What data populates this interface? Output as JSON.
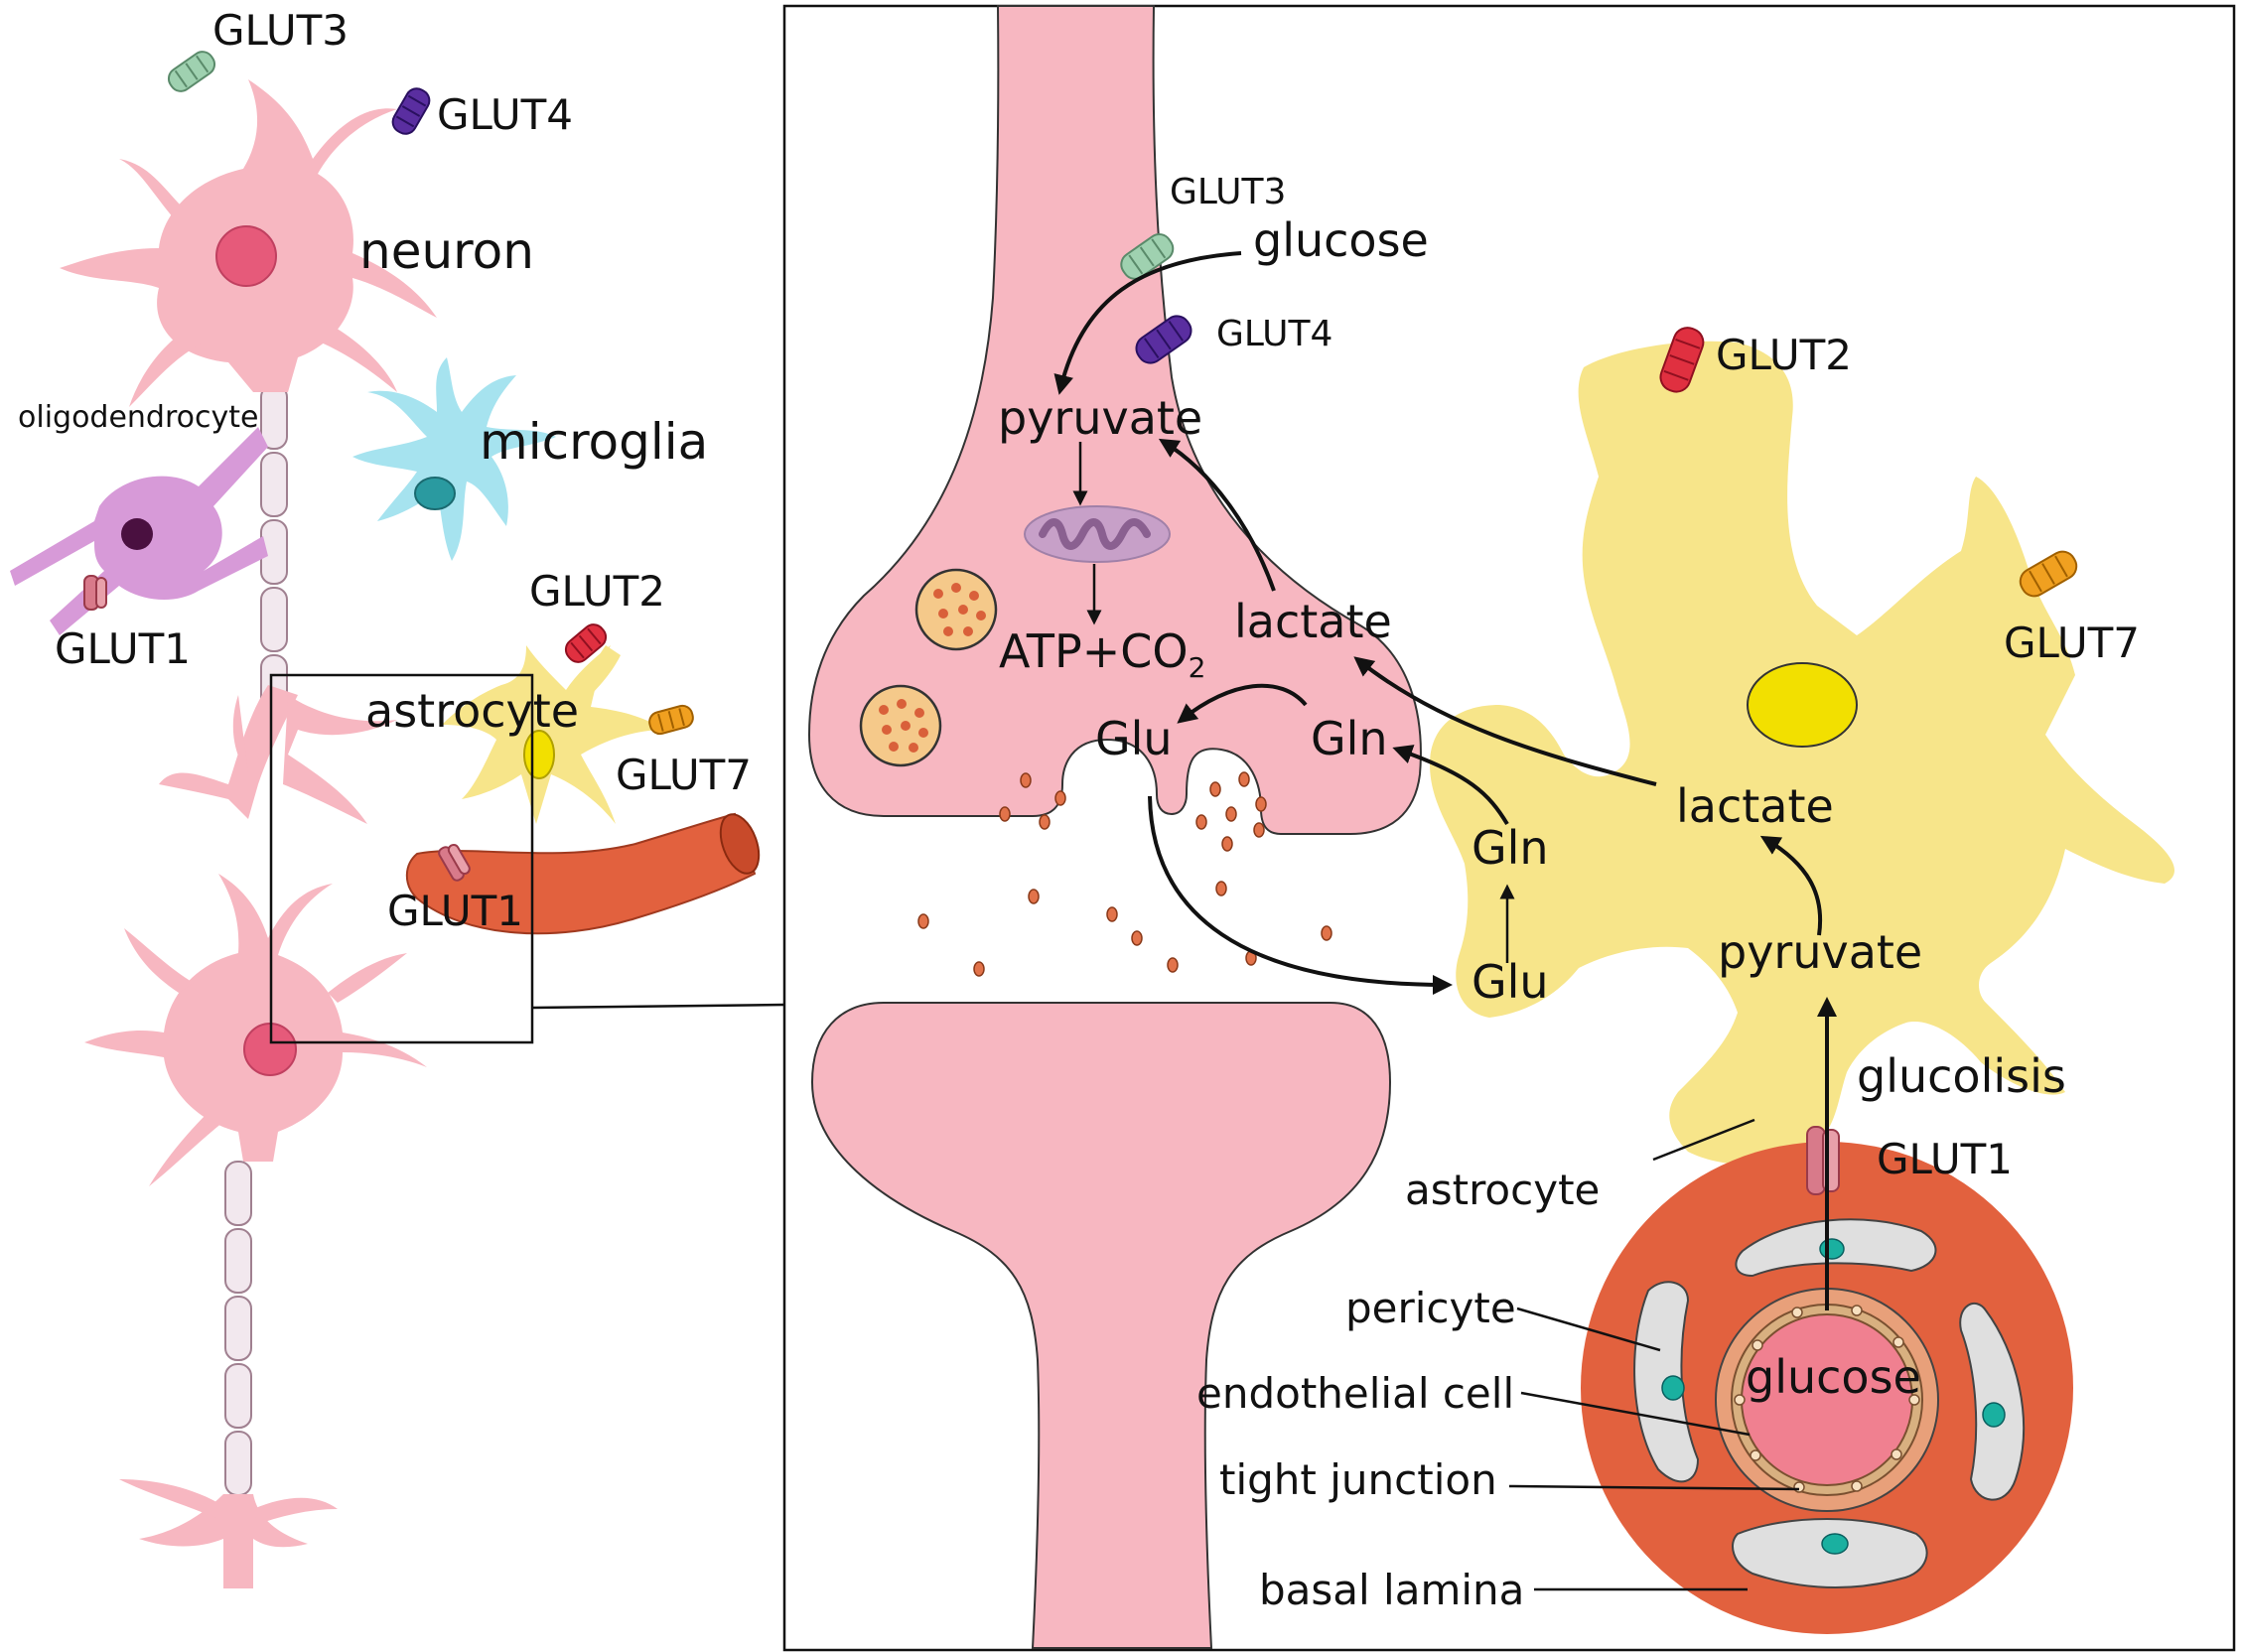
{
  "overview": {
    "neuron": "neuron",
    "oligodendrocyte": "oligodendrocyte",
    "microglia": "microglia",
    "astrocyte": "astrocyte",
    "glut3": "GLUT3",
    "glut4": "GLUT4",
    "glut1_oligo": "GLUT1",
    "glut2": "GLUT2",
    "glut7": "GLUT7",
    "glut1_vessel": "GLUT1"
  },
  "detail": {
    "glut3": "GLUT3",
    "glucose_top": "glucose",
    "glut4": "GLUT4",
    "pyruvate_neuron": "pyruvate",
    "atp": "ATP+CO",
    "atp_sub": "2",
    "lactate_neuron": "lactate",
    "glu_neuron": "Glu",
    "gln_neuron": "Gln",
    "glut2": "GLUT2",
    "glut7": "GLUT7",
    "lactate_astro": "lactate",
    "gln_astro": "Gln",
    "glu_astro": "Glu",
    "pyruvate_astro": "pyruvate",
    "glucolisis": "glucolisis",
    "glut1": "GLUT1",
    "astrocyte": "astrocyte",
    "pericyte": "pericyte",
    "endothelial": "endothelial cell",
    "tight_junction": "tight junction",
    "glucose_vessel": "glucose",
    "basal_lamina": "basal lamina"
  },
  "colors": {
    "neuron": "#f7b7c1",
    "neuron_nucleus": "#e65a7a",
    "astrocyte": "#f7e58a",
    "astro_nucleus": "#f2e000",
    "microglia": "#a6e3ef",
    "oligodendrocyte": "#d79ad8",
    "vessel": "#e2613e",
    "glut3": "#9fd1b0",
    "glut4": "#5a2ea0",
    "glut2": "#e03040",
    "glut7": "#f0a020",
    "glut1": "#d87a8a"
  }
}
